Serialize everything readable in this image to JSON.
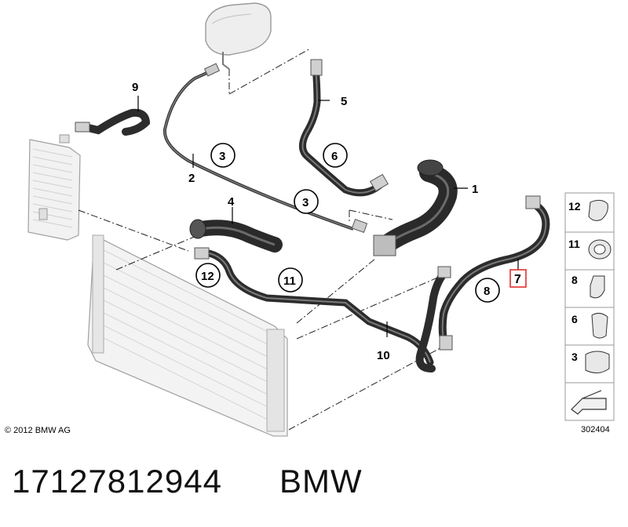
{
  "diagram": {
    "callouts": {
      "c1": "1",
      "c2": "2",
      "c3a": "3",
      "c3b": "3",
      "c4": "4",
      "c5": "5",
      "c6": "6",
      "c7": "7",
      "c8": "8",
      "c9": "9",
      "c10": "10",
      "c11": "11",
      "c12": "12"
    },
    "legend": [
      "12",
      "11",
      "8",
      "6",
      "3"
    ],
    "highlight_color": "#e0312f",
    "copyright": "© 2012 BMW AG",
    "diagram_number": "302404"
  },
  "footer": {
    "part_number": "17127812944",
    "brand": "BMW"
  }
}
